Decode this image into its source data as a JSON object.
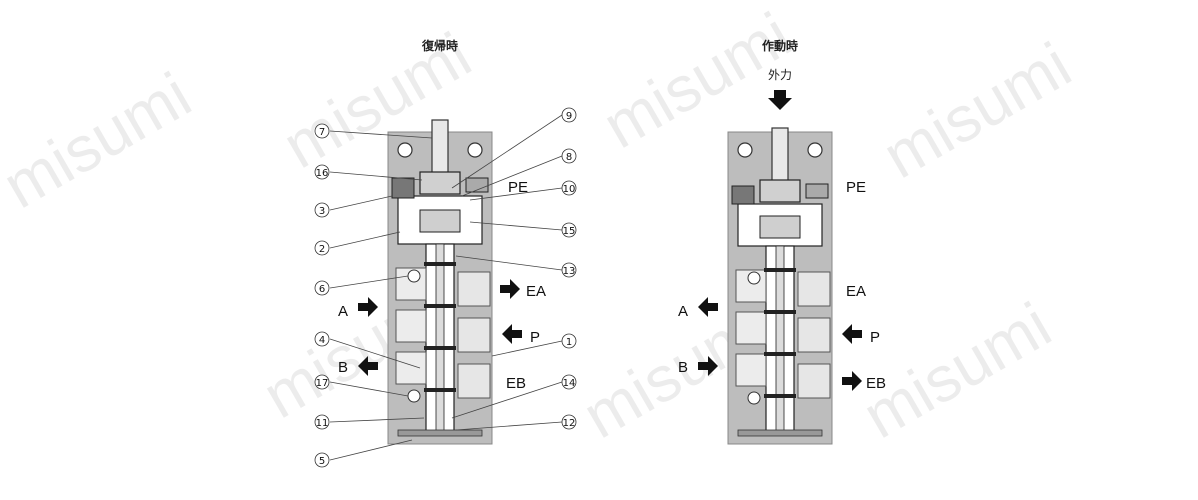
{
  "watermark": "misumi",
  "panels": [
    {
      "title": "復帰時",
      "ports": {
        "pe": "PE",
        "ea": "EA",
        "p": "P",
        "eb": "EB",
        "a": "A",
        "b": "B"
      }
    },
    {
      "title": "作動時",
      "force_label": "外力",
      "ports": {
        "pe": "PE",
        "ea": "EA",
        "p": "P",
        "eb": "EB",
        "a": "A",
        "b": "B"
      }
    }
  ],
  "part_numbers": [
    "7",
    "16",
    "3",
    "2",
    "6",
    "4",
    "17",
    "11",
    "5",
    "9",
    "8",
    "10",
    "15",
    "13",
    "1",
    "14",
    "12"
  ]
}
